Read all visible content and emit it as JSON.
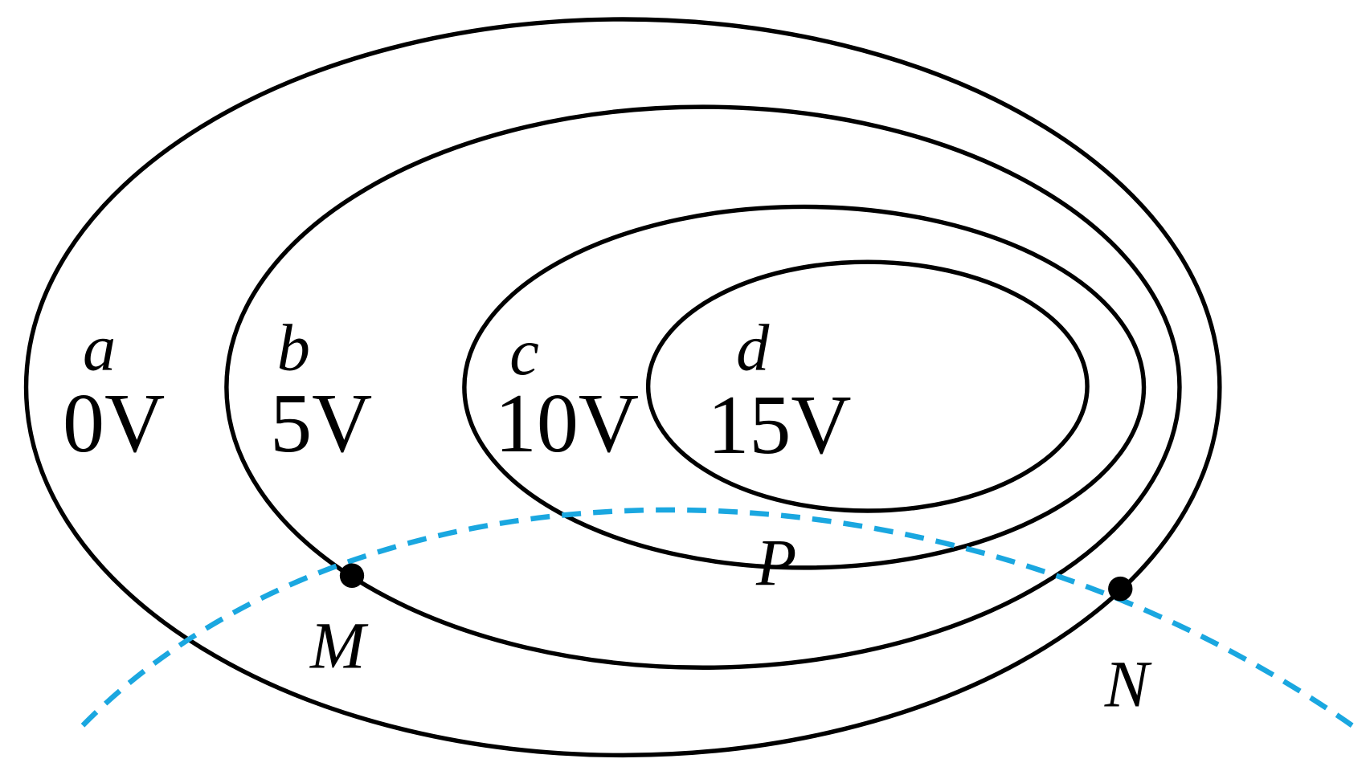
{
  "surfaces": [
    {
      "name": "a",
      "potential": "0V"
    },
    {
      "name": "b",
      "potential": "5V"
    },
    {
      "name": "c",
      "potential": "10V"
    },
    {
      "name": "d",
      "potential": "15V"
    }
  ],
  "points": {
    "M": "M",
    "N": "N",
    "P": "P"
  },
  "colors": {
    "line": "#000000",
    "trajectory": "#1aa7e0"
  }
}
